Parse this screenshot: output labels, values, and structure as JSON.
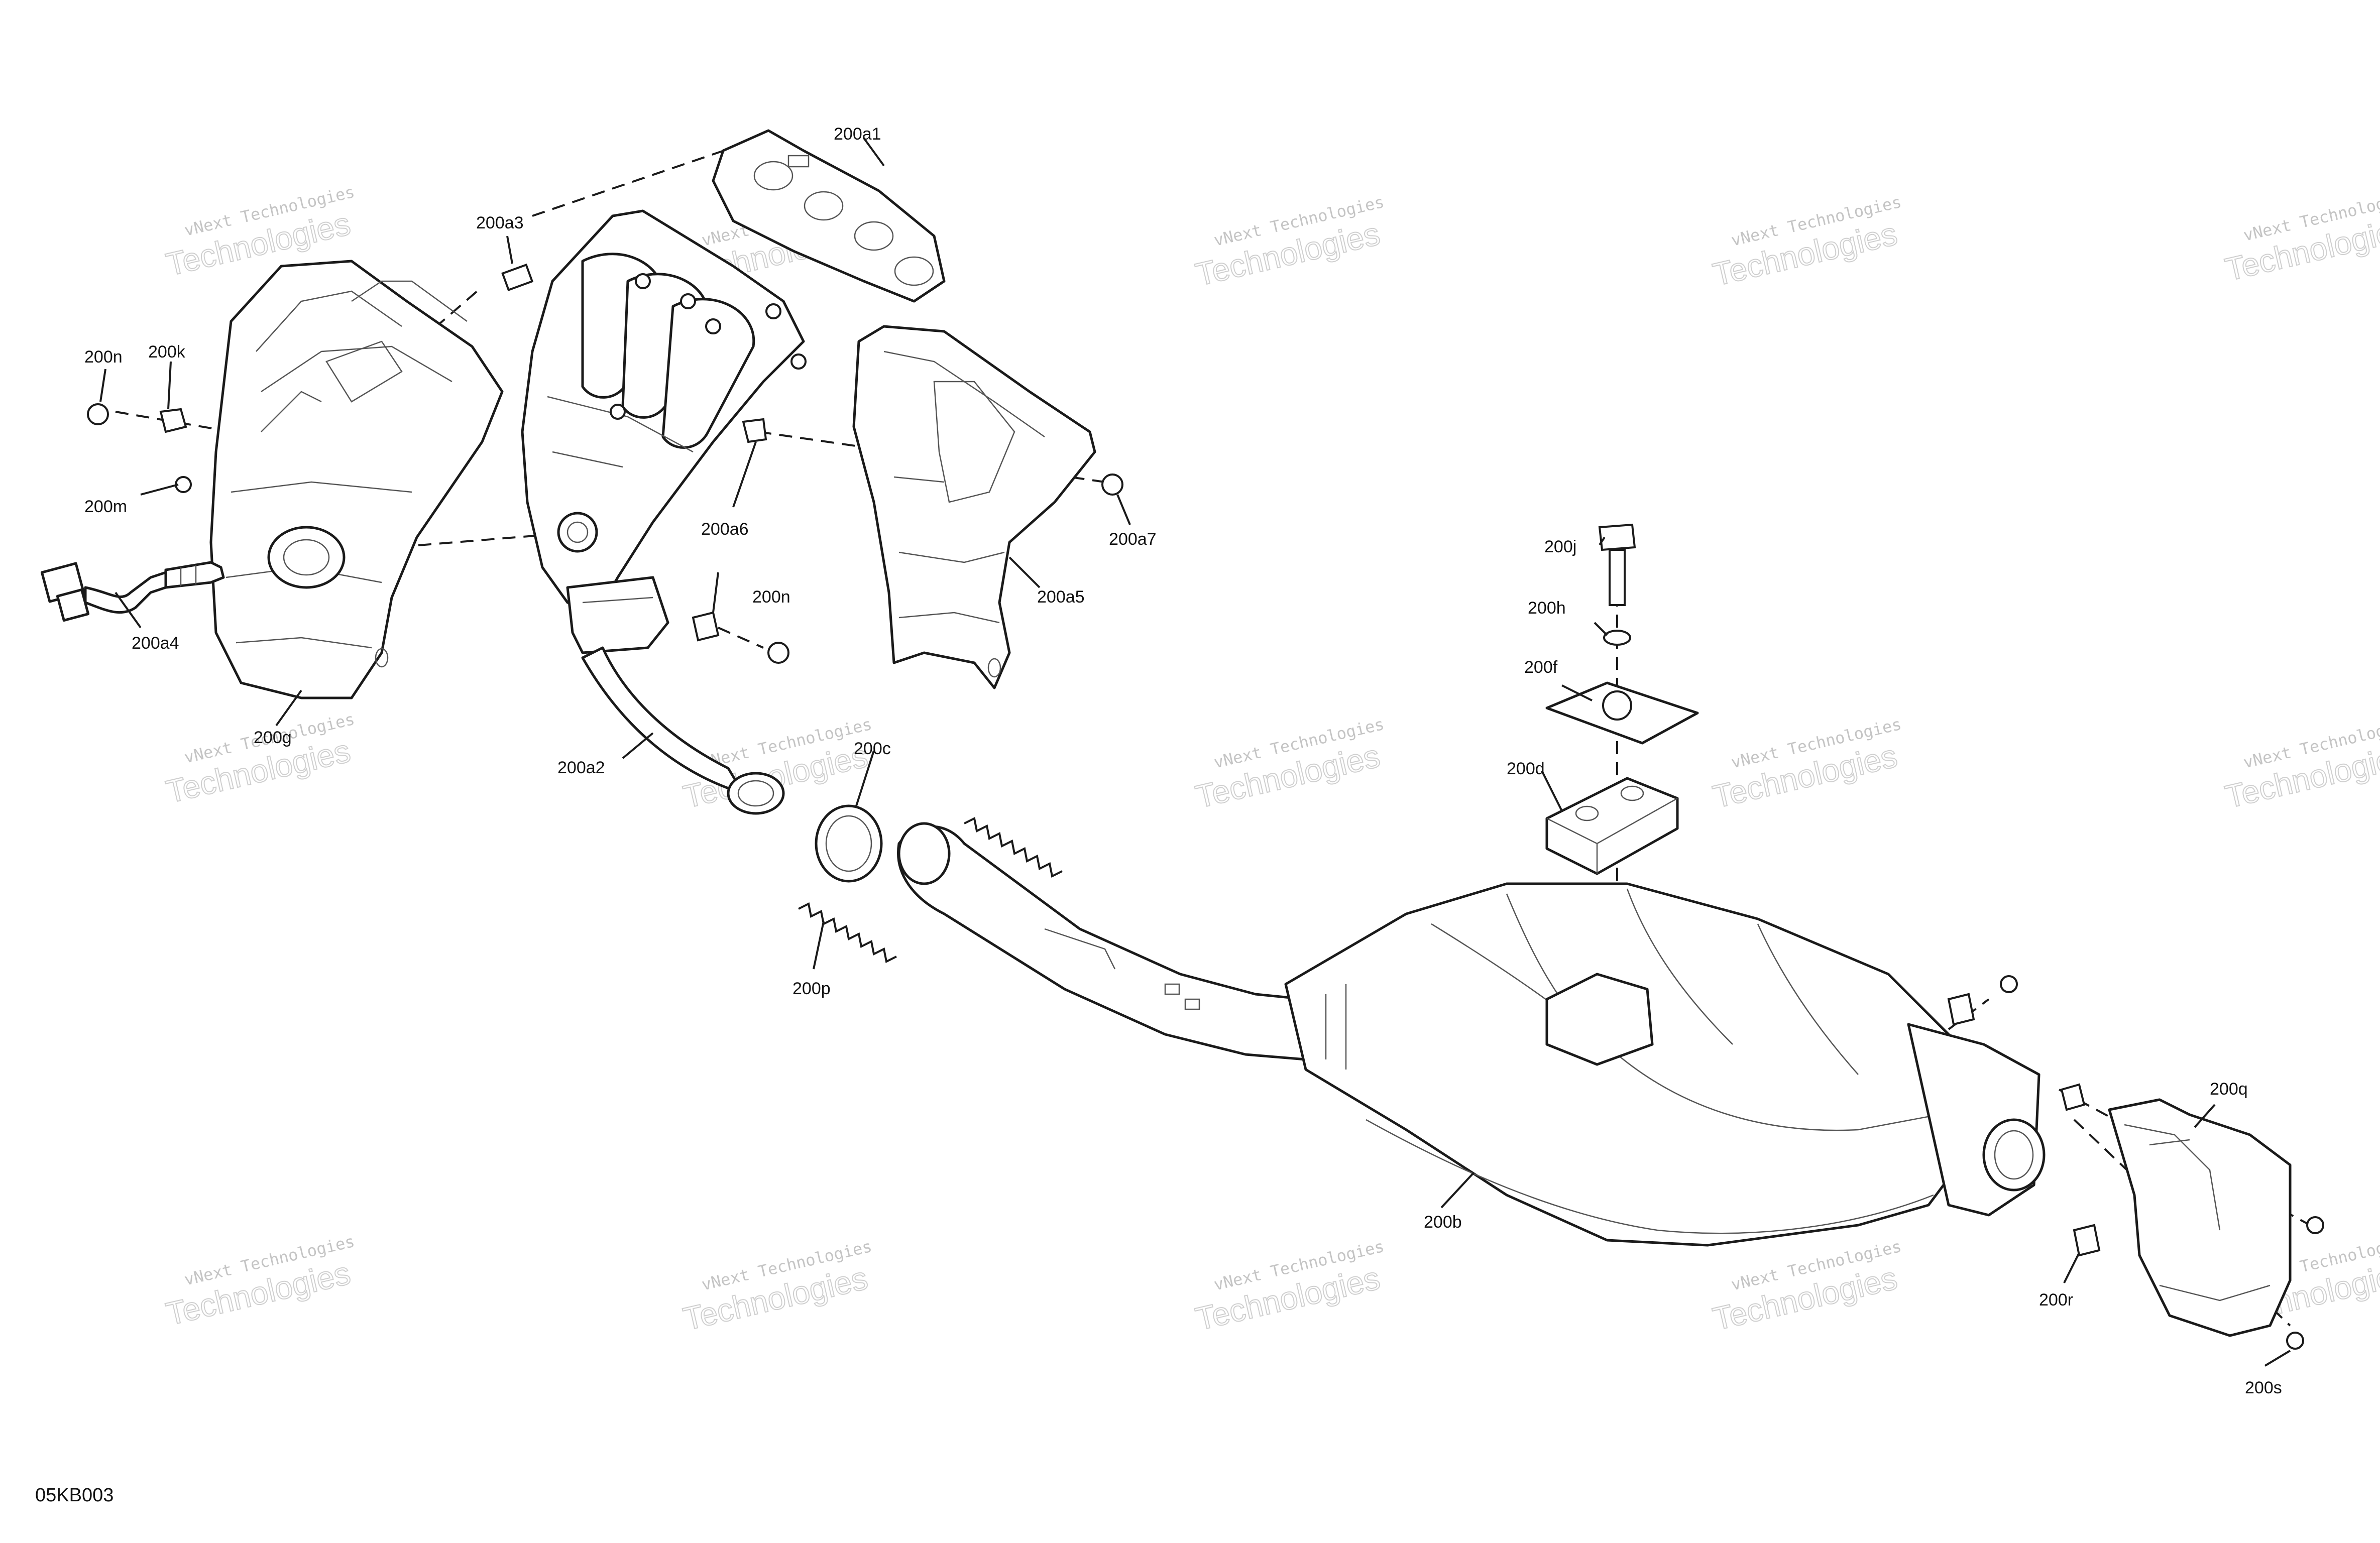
{
  "figure_ref": "05KB003",
  "watermark": {
    "line1": "vNext Technologies",
    "line2": "Technologies",
    "accent": "vNext"
  },
  "callouts": {
    "a1": "200a1",
    "a3": "200a3",
    "k": "200k",
    "n_left": "200n",
    "m": "200m",
    "a4": "200a4",
    "g": "200g",
    "a6": "200a6",
    "n_mid": "200n",
    "a5": "200a5",
    "a7": "200a7",
    "a2": "200a2",
    "c": "200c",
    "p": "200p",
    "j": "200j",
    "h": "200h",
    "f": "200f",
    "d": "200d",
    "b": "200b",
    "q": "200q",
    "r": "200r",
    "s": "200s"
  },
  "colors": {
    "line": "#1a1a1a",
    "watermark": "#c4c4c4",
    "background": "#ffffff"
  }
}
